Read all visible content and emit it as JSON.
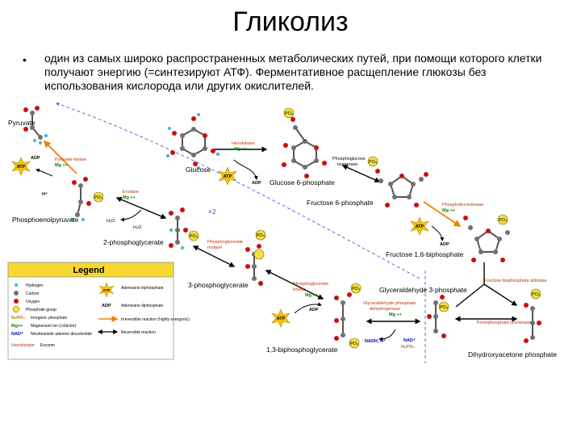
{
  "slide": {
    "title": "Гликолиз",
    "bullet_marker": "•",
    "text": "один из самых широко распространенных метаболических путей, при помощи которого клетки получают энергию (=синтезируют АТФ). Ферментативное расщепление глюкозы без использования кислорода или других окислителей."
  },
  "diagram": {
    "molecules": {
      "pyruvate": "Pyruvate",
      "glucose": "Glucose",
      "glucose6p": "Glucose 6-phosphate",
      "fructose6p": "Fructose 6-phosphate",
      "fructose16bp": "Fructose 1,6-biphosphate",
      "pep": "Phosphoenolpyruvate",
      "pg2": "2-phosphoglycerate",
      "pg3": "3-phosphoglycerate",
      "g3p": "Glyceraldehyde 3-phosphate",
      "bpg13": "1,3-biphosphoglycerate",
      "dhap": "Dihydroxyacetone phosphate"
    },
    "enzymes": {
      "hexokinase": "Hexokinase",
      "pgi_line1": "Phosphoglucose",
      "pgi_line2": "isomerase",
      "pfk": "Phosphofructokinase",
      "aldolase": "Fructose bisphosphate aldolase",
      "tpi": "Triosephosphate isomerase",
      "gapdh_line1": "Glyceraldehyde phosphate",
      "gapdh_line2": "dehydrogenase",
      "pgk_line1": "Phosphoglycerate",
      "pgk_line2": "kinase",
      "pgm_line1": "Phosphoglycerate",
      "pgm_line2": "mutase",
      "enolase": "Enolase",
      "pk": "Pyruvate kinase"
    },
    "cofactors": {
      "atp": "ATP",
      "adp": "ADP",
      "mg": "Mg ++",
      "h2o": "H₂O",
      "h_plus": "H⁺",
      "nadh": "NADH, H⁺",
      "nad": "NAD⁺",
      "h2po4": "H₂PO₄",
      "phosphate": "PO₄",
      "multiplier": "×2"
    },
    "legend": {
      "title": "Legend",
      "items": [
        {
          "symbol": "",
          "text": "Hydrogen"
        },
        {
          "symbol": "",
          "text": "Carbon"
        },
        {
          "symbol": "",
          "text": "Oxygen"
        },
        {
          "symbol": "",
          "text": "Phosphate group"
        },
        {
          "symbol": "H₂PO₄",
          "text": "Inorganic phosphate"
        },
        {
          "symbol": "Mg++",
          "text": "Magnesium ion (cofactor)"
        },
        {
          "symbol": "NAD⁺",
          "text": "Nicotinamide adenine dinucleotide"
        },
        {
          "symbol": "Hexokinase",
          "text": "Enzyme"
        }
      ],
      "right_items": [
        {
          "symbol": "ATP",
          "text": "Adenosine triphosphate"
        },
        {
          "symbol": "ADP",
          "text": "Adenosine diphosphate"
        },
        {
          "symbol": "",
          "text": "Irreversible reaction (highly exergonic)"
        },
        {
          "symbol": "",
          "text": "Reversible reaction"
        }
      ]
    },
    "colors": {
      "carbon": "#707070",
      "oxygen": "#c81010",
      "hydrogen": "#3fb7d4",
      "phosphate": "#f0e040",
      "atp": "#f5c400",
      "irreversible": "#f08000",
      "enzyme": "#c03000",
      "magnesium": "#008000",
      "nad": "#0000c0",
      "legend_bg": "#f7d830"
    }
  }
}
